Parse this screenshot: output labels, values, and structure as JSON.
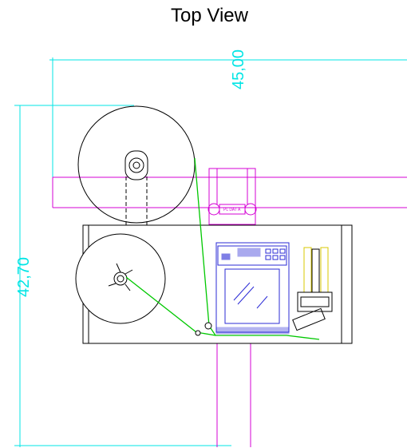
{
  "title": "Top View",
  "dimensions": {
    "width": "45,00",
    "height": "42,70"
  },
  "frame_label": "PL DAT A",
  "colors": {
    "dimension": "#00e5e5",
    "frame": "#d400d4",
    "outline": "#000000",
    "web_path": "#00c800",
    "applicator": "#2b2bd6",
    "sensor": "#d8c800"
  }
}
